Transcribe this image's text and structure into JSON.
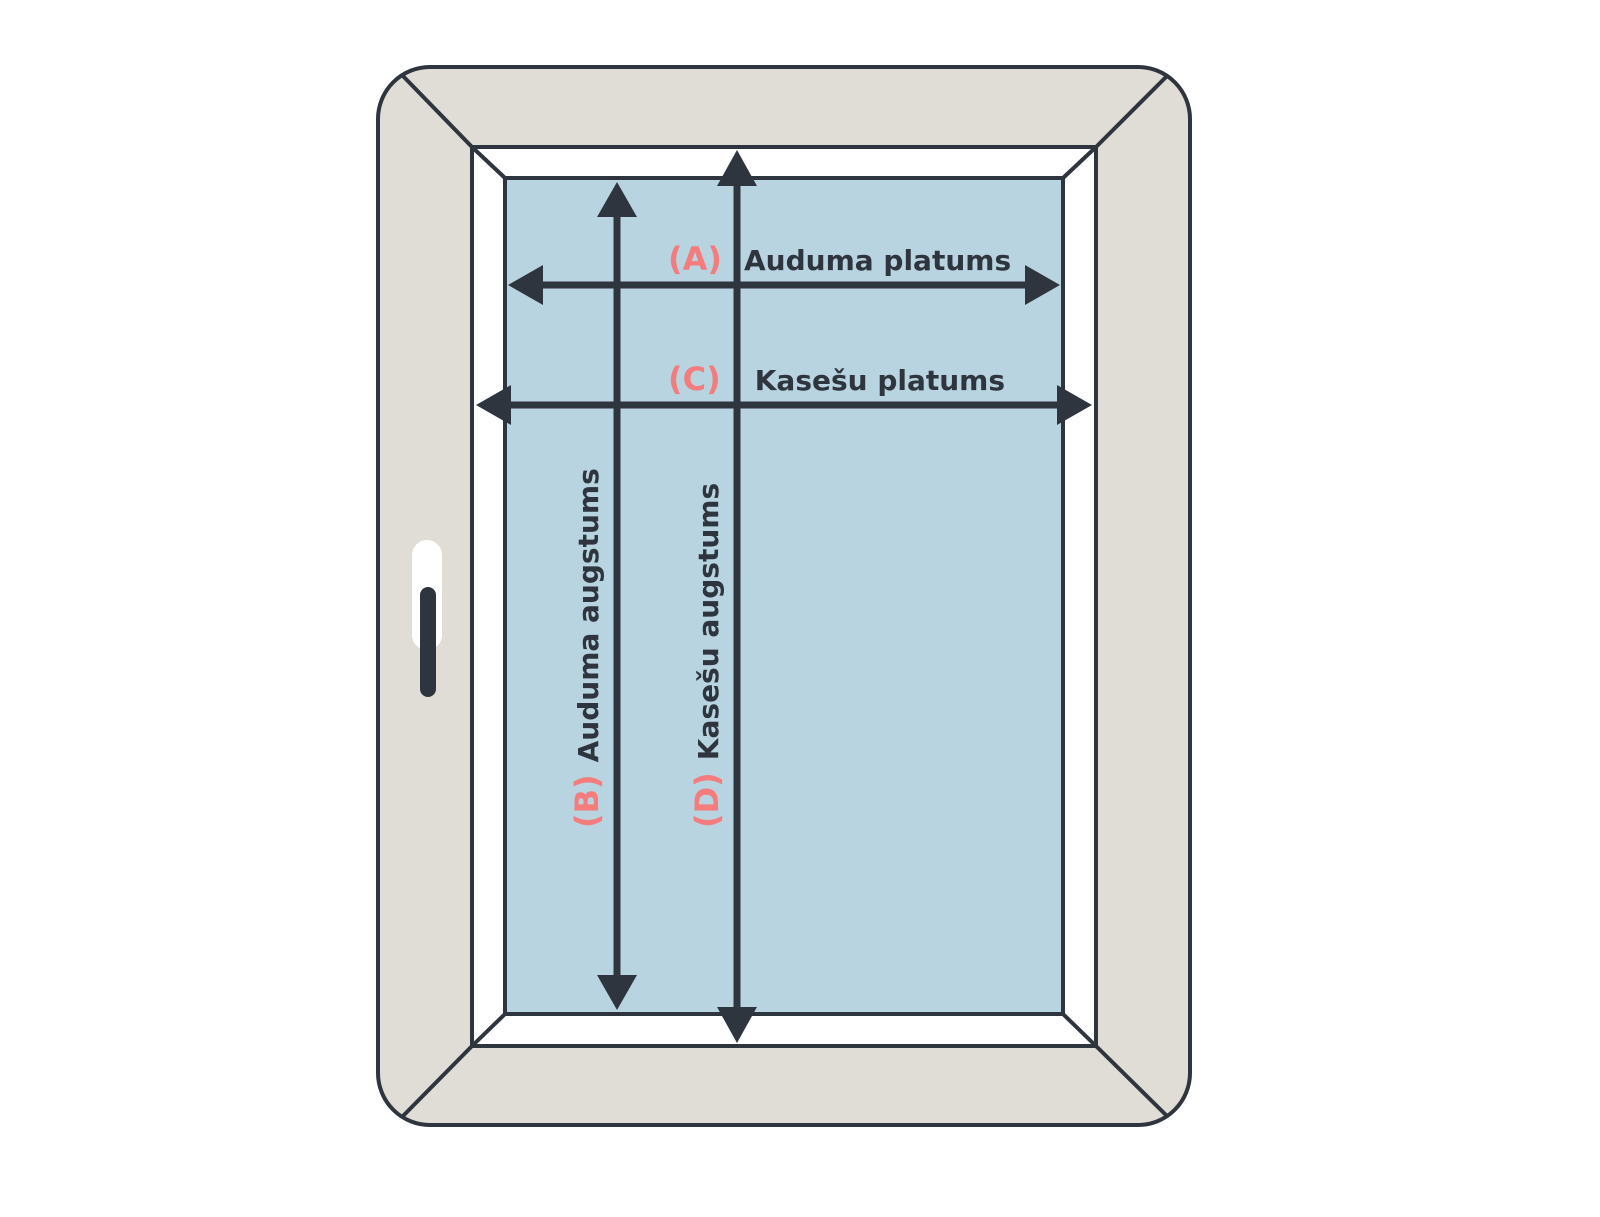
{
  "colors": {
    "frame": "#e0ddd6",
    "stroke": "#2f353e",
    "blind": "#b8d4e0",
    "accent": "#f47c7c",
    "opening": "#ffffff"
  },
  "labels": {
    "a": {
      "tag": "(A)",
      "text": "Auduma platums"
    },
    "c": {
      "tag": "(C)",
      "text": "Kasešu platums"
    },
    "b": {
      "tag": "(B)",
      "text": "Auduma augstums"
    },
    "d": {
      "tag": "(D)",
      "text": "Kasešu augstums"
    }
  }
}
